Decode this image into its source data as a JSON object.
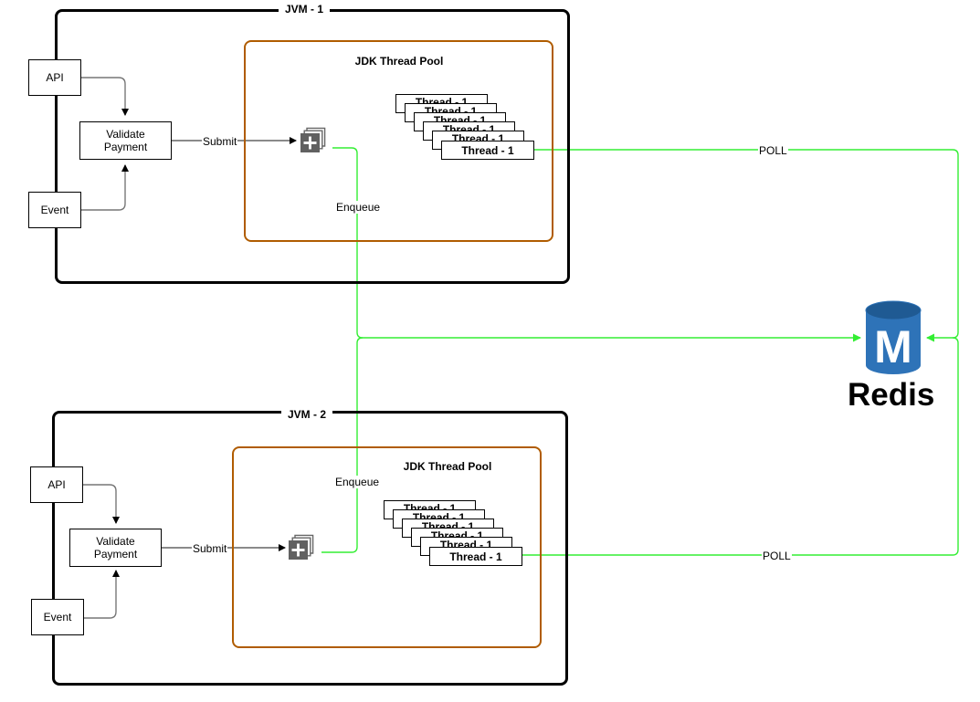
{
  "colors": {
    "jvm_border": "#000000",
    "pool_border": "#b05c00",
    "green_wire": "#33ee33",
    "gray_wire": "#777777",
    "redis_blue": "#2e73b8",
    "redis_dark": "#1f5a93"
  },
  "jvm1": {
    "title": "JVM - 1",
    "pool_title": "JDK Thread Pool",
    "api_label": "API",
    "event_label": "Event",
    "validate_label": "Validate Payment",
    "submit_label": "Submit",
    "enqueue_label": "Enqueue",
    "poll_label": "POLL",
    "threads": [
      "Thread - 1",
      "Thread - 1",
      "Thread - 1",
      "Thread - 1",
      "Thread - 1",
      "Thread - 1"
    ]
  },
  "jvm2": {
    "title": "JVM - 2",
    "pool_title": "JDK Thread Pool",
    "api_label": "API",
    "event_label": "Event",
    "validate_label": "Validate Payment",
    "submit_label": "Submit",
    "enqueue_label": "Enqueue",
    "poll_label": "POLL",
    "threads": [
      "Thread - 1",
      "Thread - 1",
      "Thread - 1",
      "Thread - 1",
      "Thread - 1",
      "Thread - 1"
    ]
  },
  "redis": {
    "icon_letter": "M",
    "label": "Redis",
    "icon": "database-icon"
  }
}
